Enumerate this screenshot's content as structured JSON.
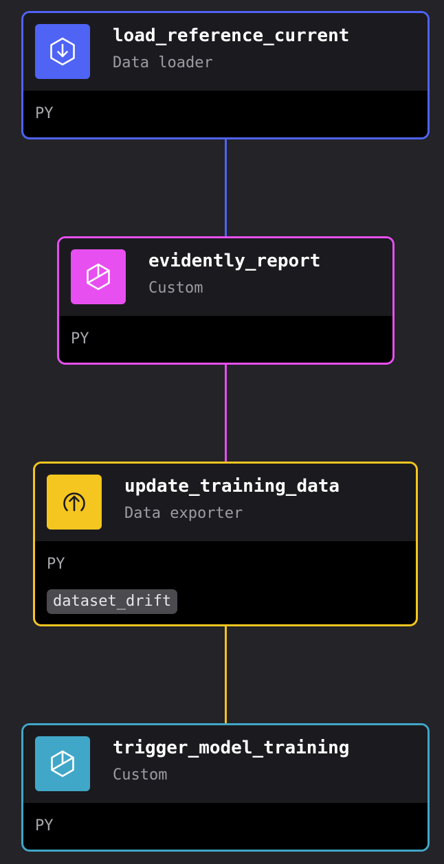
{
  "colors": {
    "background": "#232328",
    "data_loader": "#4f63f5",
    "custom_pink": "#e84ff0",
    "data_exporter": "#f5c61f",
    "custom_teal": "#41a7c8"
  },
  "blocks": [
    {
      "name": "load_reference_current",
      "type": "Data loader",
      "language": "PY",
      "icon": "download-icon",
      "color": "#4f63f5"
    },
    {
      "name": "evidently_report",
      "type": "Custom",
      "language": "PY",
      "icon": "cube-icon",
      "color": "#e84ff0"
    },
    {
      "name": "update_training_data",
      "type": "Data exporter",
      "language": "PY",
      "tag": "dataset_drift",
      "icon": "upload-icon",
      "color": "#f5c61f"
    },
    {
      "name": "trigger_model_training",
      "type": "Custom",
      "language": "PY",
      "icon": "cube-icon",
      "color": "#41a7c8"
    }
  ],
  "edges": [
    {
      "from": "load_reference_current",
      "to": "evidently_report"
    },
    {
      "from": "evidently_report",
      "to": "update_training_data"
    },
    {
      "from": "update_training_data",
      "to": "trigger_model_training"
    }
  ]
}
